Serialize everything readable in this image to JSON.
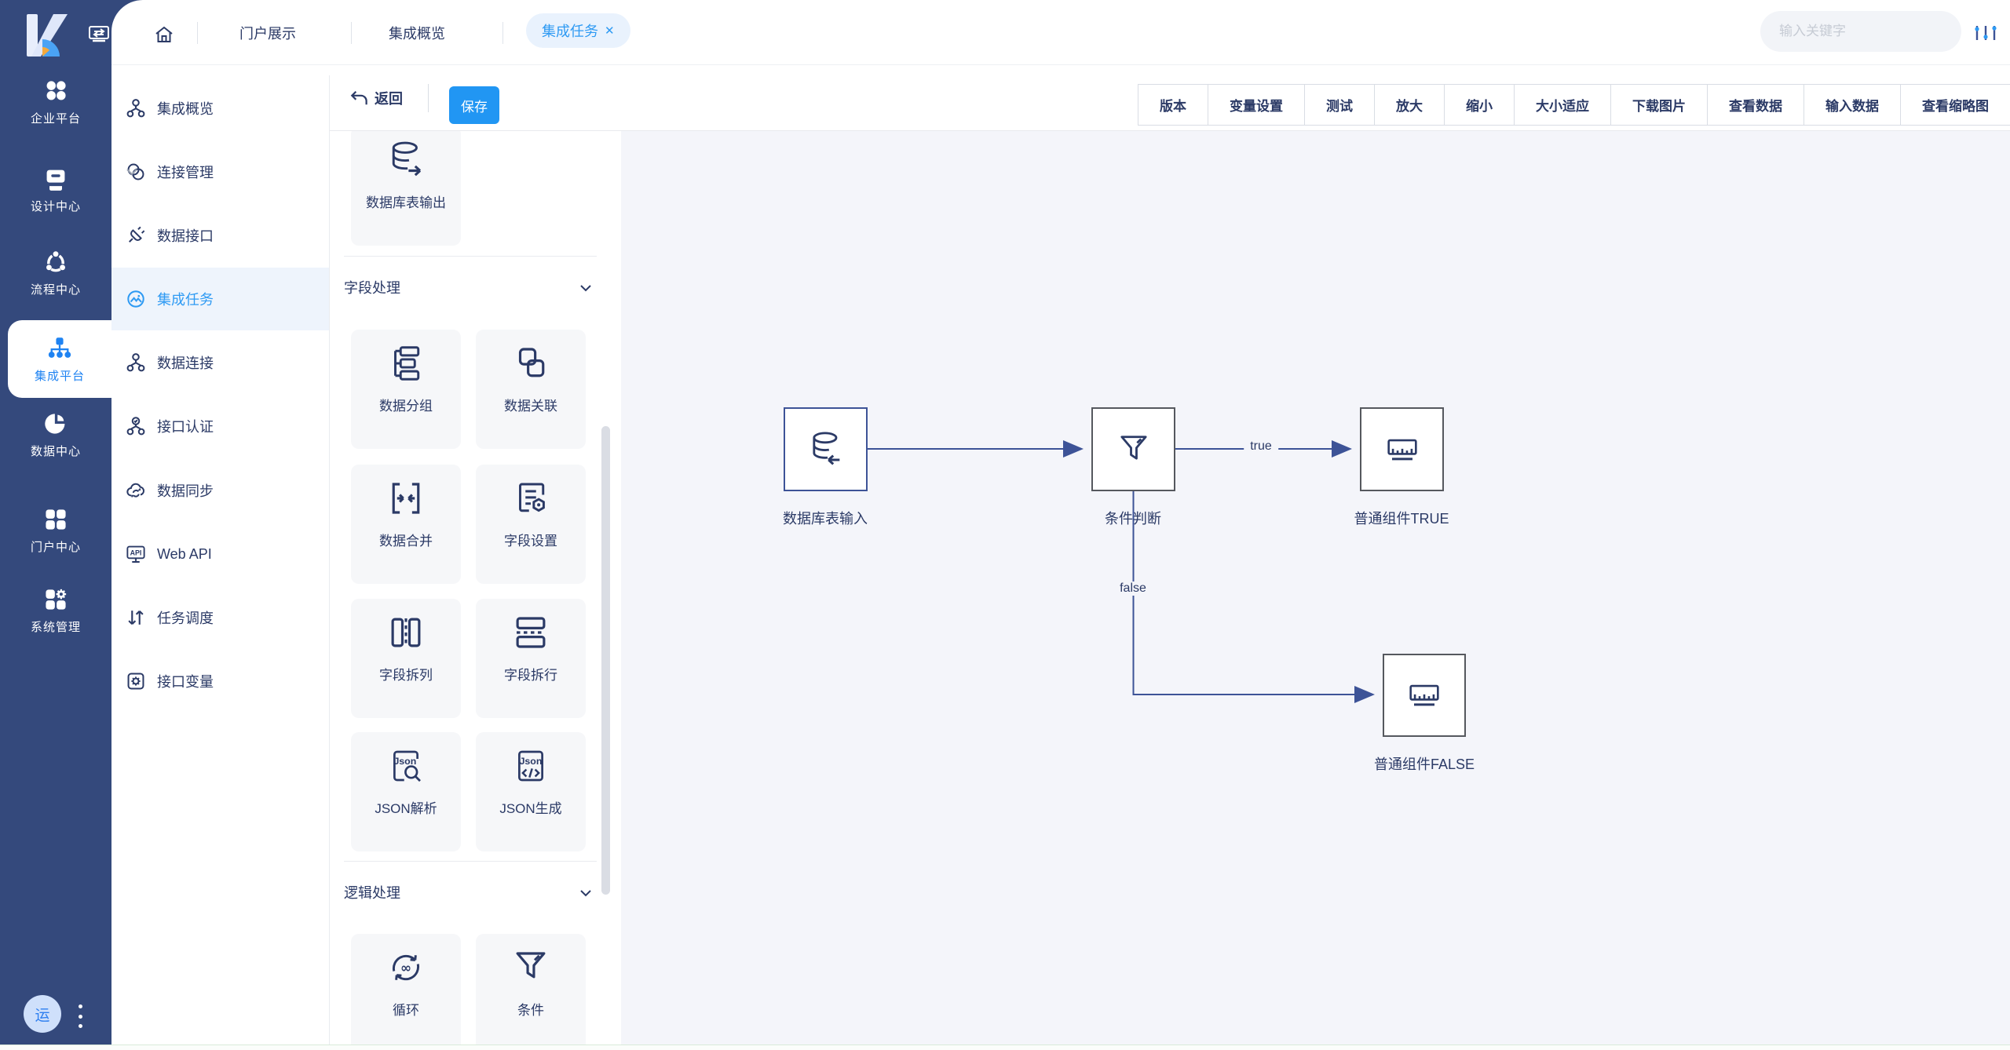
{
  "colors": {
    "sidebar_bg": "#34497c",
    "accent_blue": "#2196f3",
    "active_icon_blue": "#1f83f2",
    "navy_text": "#2b3a66",
    "canvas_bg": "#f4f5fa",
    "edge": "#3d5397",
    "tab_pill_bg": "#e9f2fd",
    "menu_active_bg": "#eef4fc"
  },
  "sidebar": {
    "items": [
      {
        "label": "企业平台",
        "icon": "clover-icon",
        "active": false
      },
      {
        "label": "设计中心",
        "icon": "design-icon",
        "active": false
      },
      {
        "label": "流程中心",
        "icon": "process-icon",
        "active": false
      },
      {
        "label": "集成平台",
        "icon": "integration-icon",
        "active": true
      },
      {
        "label": "数据中心",
        "icon": "pie-icon",
        "active": false
      },
      {
        "label": "门户中心",
        "icon": "portal-icon",
        "active": false
      },
      {
        "label": "系统管理",
        "icon": "system-gear-icon",
        "active": false
      }
    ],
    "avatar_text": "运"
  },
  "topbar": {
    "tabs": [
      {
        "label": "门户展示",
        "active": false
      },
      {
        "label": "集成概览",
        "active": false
      },
      {
        "label": "集成任务",
        "active": true,
        "closable": true
      }
    ],
    "close_glyph": "✕",
    "search_placeholder": "输入关键字"
  },
  "menu": {
    "items": [
      {
        "label": "集成概览"
      },
      {
        "label": "连接管理",
        "expandable": true
      },
      {
        "label": "数据接口"
      },
      {
        "label": "集成任务",
        "active": true
      },
      {
        "label": "数据连接"
      },
      {
        "label": "接口认证"
      },
      {
        "label": "数据同步"
      },
      {
        "label": "Web API"
      },
      {
        "label": "任务调度"
      },
      {
        "label": "接口变量"
      }
    ]
  },
  "toolbar": {
    "back_label": "返回",
    "save_label": "保存",
    "actions": [
      "版本",
      "变量设置",
      "测试",
      "放大",
      "缩小",
      "大小适应",
      "下载图片",
      "查看数据",
      "输入数据",
      "查看缩略图"
    ]
  },
  "palette": {
    "top_card_label": "数据库表输出",
    "section1_title": "字段处理",
    "section1_items": [
      "数据分组",
      "数据关联",
      "数据合并",
      "字段设置",
      "字段拆列",
      "字段拆行",
      "JSON解析",
      "JSON生成"
    ],
    "section2_title": "逻辑处理",
    "section2_items": [
      "循环",
      "条件"
    ]
  },
  "canvas": {
    "nodes": [
      {
        "id": "db-input",
        "label": "数据库表输入"
      },
      {
        "id": "condition",
        "label": "条件判断"
      },
      {
        "id": "true-node",
        "label": "普通组件TRUE"
      },
      {
        "id": "false-node",
        "label": "普通组件FALSE"
      }
    ],
    "edge_true_label": "true",
    "edge_false_label": "false"
  }
}
